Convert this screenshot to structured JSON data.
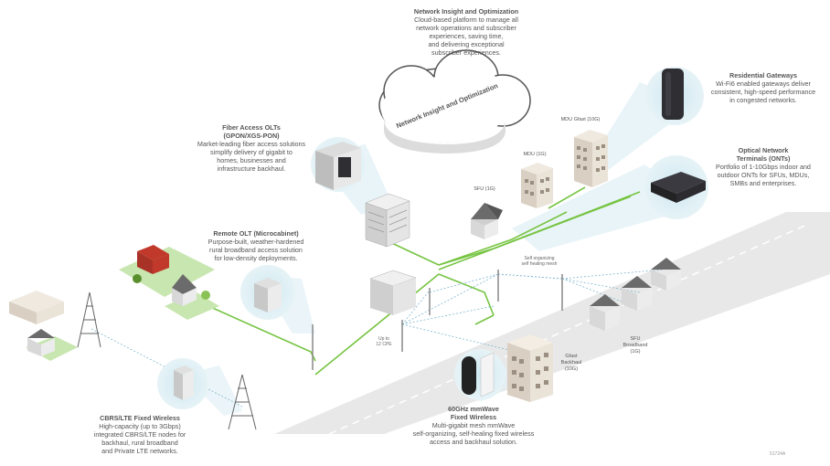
{
  "cloud": {
    "title": "Network Insight and Optimization",
    "lines": [
      "Cloud-based platform to manage all",
      "network operations and subscriber",
      "experiences, saving time,",
      "and delivering exceptional",
      "subscriber experiences."
    ],
    "cloud_label": "Network Insight and Optimization"
  },
  "residential": {
    "title": "Residential Gateways",
    "lines": [
      "Wi-Fi6 enabled gateways deliver",
      "consistent, high-speed performance",
      "in congested networks."
    ]
  },
  "ont": {
    "title_lines": [
      "Optical Network",
      "Terminals (ONTs)"
    ],
    "lines": [
      "Portfolio of 1-10Gbps indoor and",
      "outdoor ONTs for SFUs, MDUs,",
      "SMBs and enterprises."
    ]
  },
  "olt": {
    "title_lines": [
      "Fiber Access OLTs",
      "(GPON/XGS-PON)"
    ],
    "lines": [
      "Market-leading fiber access solutions",
      "simplify delivery of gigabit to",
      "homes, businesses and",
      "infrastructure backhaul."
    ]
  },
  "remote": {
    "title": "Remote OLT (Microcabinet)",
    "lines": [
      "Purpose-built, weather-hardened",
      "rural broadband access solution",
      "for low-density deployments."
    ]
  },
  "cbrs": {
    "title": "CBRS/LTE Fixed Wireless",
    "lines": [
      "High-capacity (up to 3Gbps)",
      "integrated CBRS/LTE nodes for",
      "backhaul, rural broadband",
      "and Private LTE networks."
    ]
  },
  "mmwave": {
    "title_lines": [
      "60GHz mmWave",
      "Fixed Wireless"
    ],
    "lines": [
      "Multi-gigabit mesh mmWave",
      "self-organizing, self-healing fixed wireless",
      "access and backhaul solution."
    ]
  },
  "labels": {
    "mdu_gfast": "MDU Gfast (10G)",
    "mdu_1g": "MDU (1G)",
    "sfu_1g": "SFU (1G)",
    "self_org": [
      "Self organizing",
      "self healing mesh"
    ],
    "up_to": [
      "Up to",
      "12 CPE"
    ],
    "gfast_backhaul": [
      "Gfast",
      "Backhaul",
      "(10G)"
    ],
    "sfu_broadband": [
      "SFU",
      "Broadband",
      "(1G)"
    ]
  },
  "figure_code": "51724A",
  "colors": {
    "fiber": "#76c442",
    "wireless": "#7fb6cf",
    "text": "#555555",
    "highlight": "#d9eef3",
    "road": "#e6e6e6"
  }
}
